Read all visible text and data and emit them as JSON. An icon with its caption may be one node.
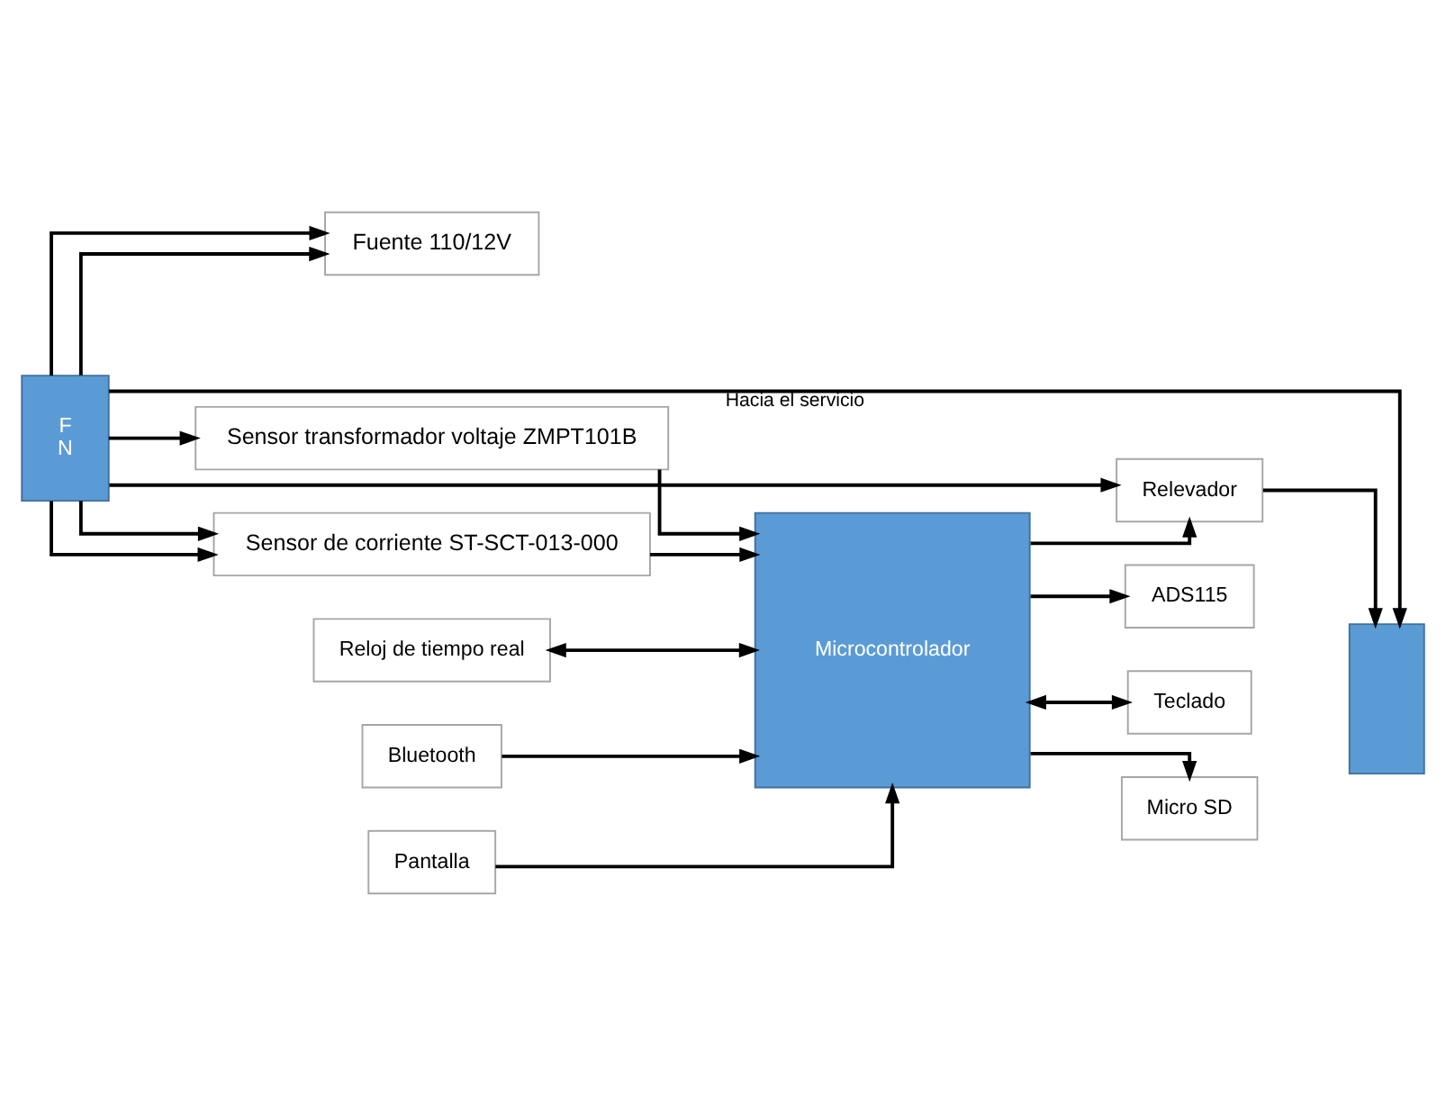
{
  "diagram": {
    "nodes": [
      {
        "text": [
          "F",
          "N"
        ]
      },
      {
        "text": [
          "Fuente 110/12V"
        ]
      },
      {
        "text": [
          "Sensor transformador voltaje ZMPT101B"
        ]
      },
      {
        "text": [
          "Sensor de corriente ST-SCT-013-000"
        ]
      },
      {
        "text": [
          "Relevador"
        ]
      },
      {
        "text": [],
        "shape": "box"
      },
      {
        "text": [
          "Microcontrolador"
        ]
      },
      {
        "text": [
          "ADS115"
        ]
      },
      {
        "text": [
          "Reloj de tiempo real"
        ]
      },
      {
        "text": [
          "Teclado"
        ]
      },
      {
        "text": [
          "Bluetooth"
        ]
      },
      {
        "text": [
          "Micro SD"
        ]
      },
      {
        "text": [
          "Pantalla"
        ]
      }
    ],
    "edges": [
      {
        "from": 0,
        "to": 4,
        "arrow": "to"
      },
      {
        "from": 0,
        "to": 5,
        "arrow": "to",
        "label": "Hacia el servicio"
      },
      {
        "from": 0,
        "to": 1,
        "arrow": "to"
      },
      {
        "from": 0,
        "to": 1,
        "arrow": "to"
      },
      {
        "from": 0,
        "to": 2,
        "arrow": "to"
      },
      {
        "from": 0,
        "to": 3,
        "arrow": "to"
      },
      {
        "from": 0,
        "to": 3,
        "arrow": "to"
      },
      {
        "from": 4,
        "to": 5,
        "arrow": "to"
      },
      {
        "from": 2,
        "to": 6,
        "arrow": "to"
      },
      {
        "from": 3,
        "to": 6,
        "arrow": "to"
      },
      {
        "from": 6,
        "to": 4,
        "arrow": "to"
      },
      {
        "from": 6,
        "to": 7,
        "arrow": "to"
      },
      {
        "from": 8,
        "to": 6,
        "arrow": "both"
      },
      {
        "from": 6,
        "to": 9,
        "arrow": "both"
      },
      {
        "from": 10,
        "to": 6,
        "arrow": "to"
      },
      {
        "from": 6,
        "to": 11,
        "arrow": "to"
      },
      {
        "from": 12,
        "to": 6,
        "arrow": "to"
      }
    ]
  }
}
